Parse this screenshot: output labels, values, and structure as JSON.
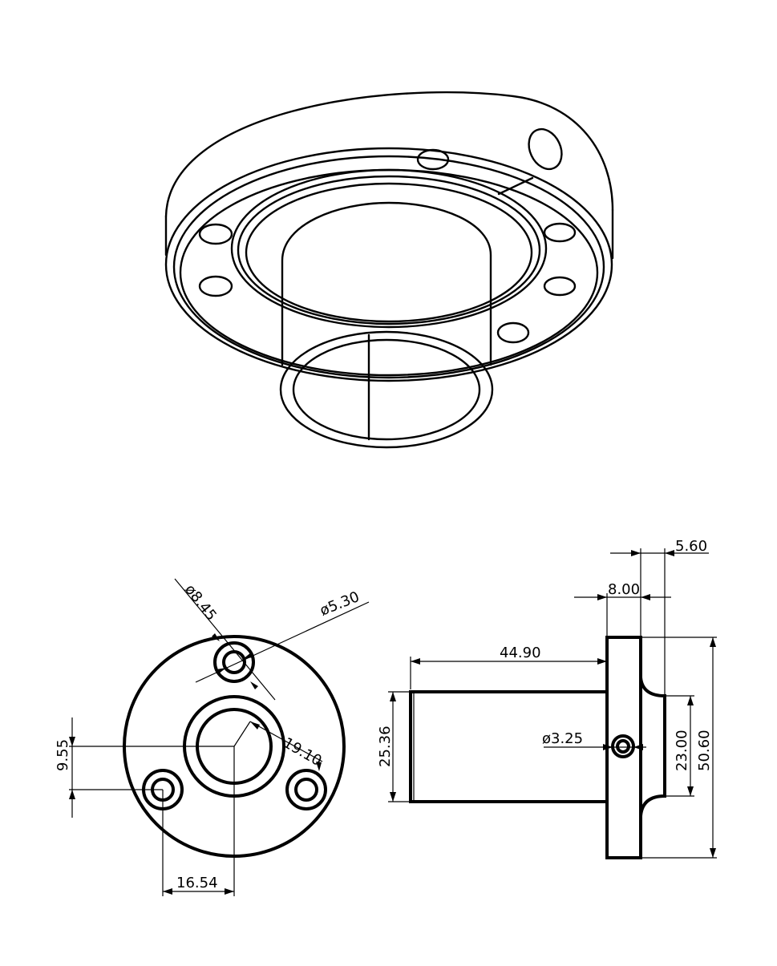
{
  "drawing": {
    "type": "mechanical part drawing",
    "views": [
      "isometric",
      "front",
      "side"
    ]
  },
  "dimensions": {
    "bolt_hole_diameter": "ø8.45",
    "counterbore_diameter": "ø5.30",
    "bolt_circle_radius": "19.10",
    "vertical_offset": "9.55",
    "horizontal_offset": "16.54",
    "pipe_length": "44.90",
    "pipe_diameter": "25.36",
    "side_hole_diameter": "ø3.25",
    "flange_thickness": "8.00",
    "step_width": "5.60",
    "hub_diameter": "23.00",
    "flange_diameter": "50.60"
  },
  "colors": {
    "line": "#000000",
    "background": "#ffffff"
  }
}
